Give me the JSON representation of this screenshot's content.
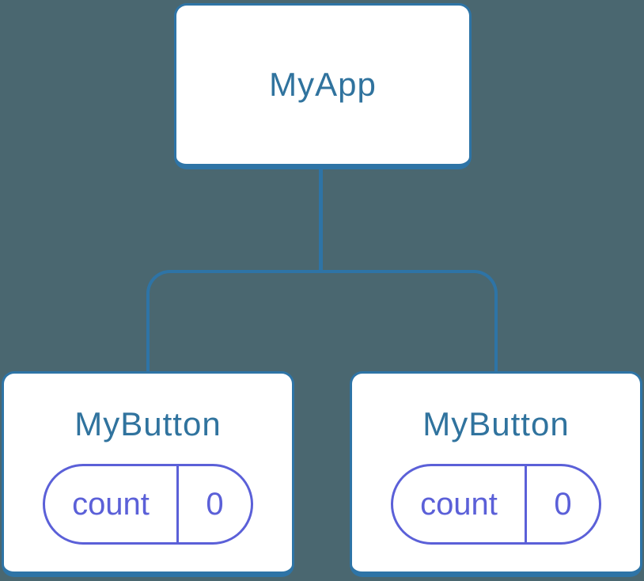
{
  "colors": {
    "background": "#4A6770",
    "node_fill": "#FFFFFF",
    "node_border_blue": "#2E74A6",
    "title_text_blue": "#30739E",
    "state_accent_purple": "#5B60D8"
  },
  "tree": {
    "root": {
      "label": "MyApp"
    },
    "children": [
      {
        "label": "MyButton",
        "state": {
          "key": "count",
          "value": "0"
        }
      },
      {
        "label": "MyButton",
        "state": {
          "key": "count",
          "value": "0"
        }
      }
    ]
  }
}
